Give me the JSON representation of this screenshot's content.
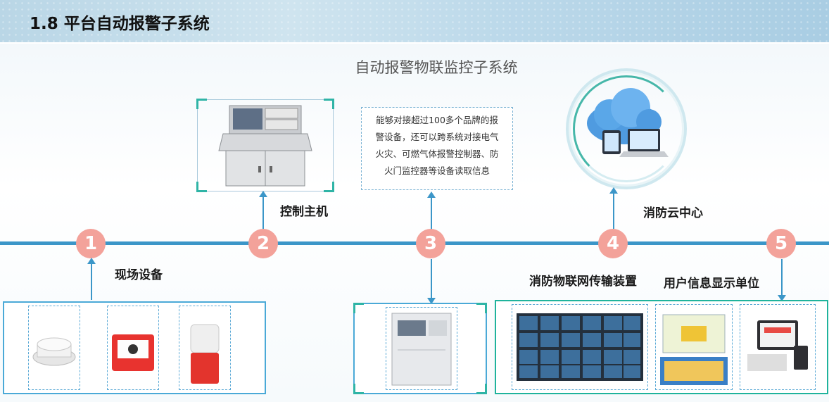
{
  "header": {
    "title": "1.8  平台自动报警子系统"
  },
  "subtitle": "自动报警物联监控子系统",
  "nodes": [
    "1",
    "2",
    "3",
    "4",
    "5"
  ],
  "labels": {
    "field_equipment": "现场设备",
    "control_host": "控制主机",
    "fire_cloud": "消防云中心",
    "iot_transmission": "消防物联网传输装置",
    "user_info_display": "用户信息显示单位"
  },
  "info_box": {
    "lines": [
      "能够对接超过100多个品牌的报",
      "警设备，还可以跨系统对接电气",
      "火灾、可燃气体报警控制器、防",
      "火门监控器等设备读取信息"
    ]
  },
  "colors": {
    "timeline": "#3b96c8",
    "node_fill": "#f3a29a",
    "corner_accent": "#2fb4a6"
  },
  "icons": {
    "smoke_detector": "smoke-detector-icon",
    "manual_call_point": "manual-call-point-icon",
    "fire_alarm_bell": "fire-alarm-bell-icon",
    "control_console": "control-console-icon",
    "transmission_device": "transmission-device-icon",
    "cloud": "cloud-devices-icon",
    "video_wall": "video-wall-icon",
    "dashboard": "dashboard-icon",
    "multi_device": "multi-device-icon"
  }
}
